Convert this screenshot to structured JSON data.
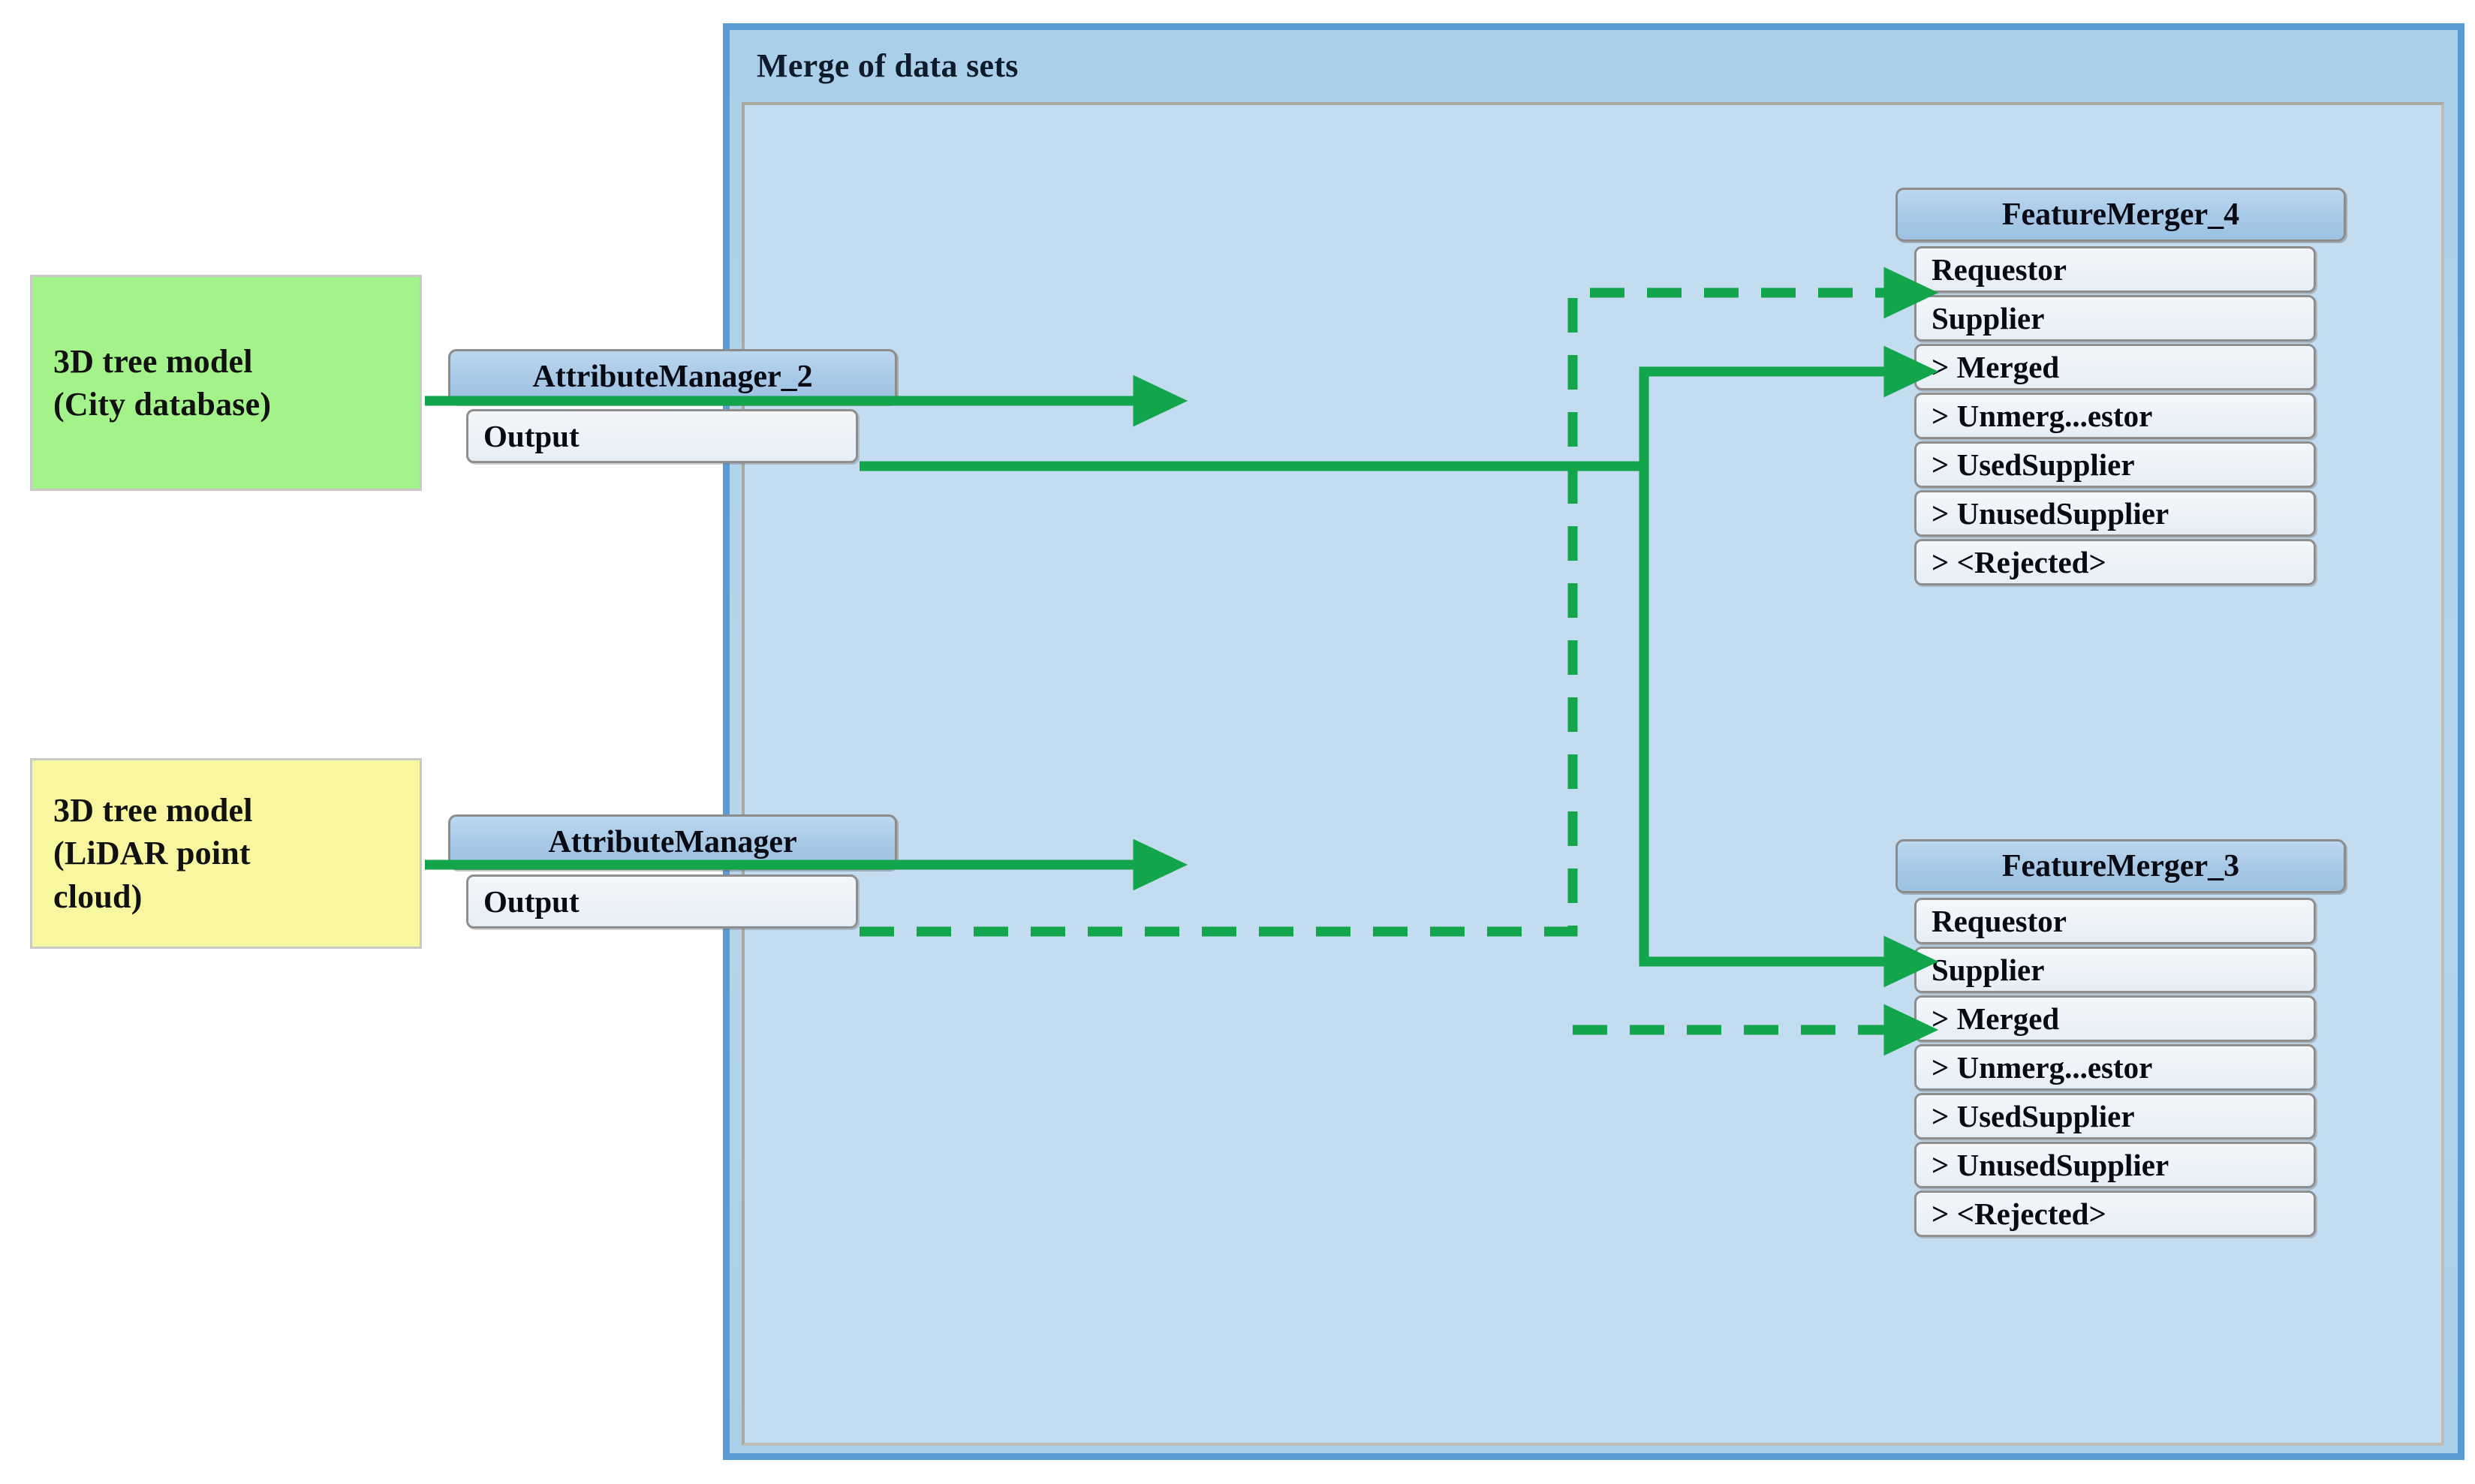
{
  "sources": [
    {
      "id": "city",
      "lines": [
        "3D tree model",
        "(City database)"
      ],
      "color": "#a4f28a"
    },
    {
      "id": "lidar",
      "lines": [
        "3D tree model",
        "(LiDAR point",
        "cloud)"
      ],
      "color": "#f8f7a0"
    }
  ],
  "workspace": {
    "title": "Merge of data sets",
    "border_color": "#5a9bd4",
    "canvas_color": "#c3dcf0"
  },
  "nodes": {
    "attribute_manager_2": {
      "title": "AttributeManager_2",
      "ports": [
        {
          "label": "Output",
          "kind": "output"
        }
      ]
    },
    "attribute_manager": {
      "title": "AttributeManager",
      "ports": [
        {
          "label": "Output",
          "kind": "output"
        }
      ]
    },
    "feature_merger_4": {
      "title": "FeatureMerger_4",
      "ports": [
        {
          "label": "Requestor",
          "kind": "input"
        },
        {
          "label": "Supplier",
          "kind": "input"
        },
        {
          "label": "> Merged",
          "kind": "output"
        },
        {
          "label": "> Unmerg...estor",
          "kind": "output"
        },
        {
          "label": "> UsedSupplier",
          "kind": "output"
        },
        {
          "label": "> UnusedSupplier",
          "kind": "output"
        },
        {
          "label": "> <Rejected>",
          "kind": "output"
        }
      ]
    },
    "feature_merger_3": {
      "title": "FeatureMerger_3",
      "ports": [
        {
          "label": "Requestor",
          "kind": "input"
        },
        {
          "label": "Supplier",
          "kind": "input"
        },
        {
          "label": "> Merged",
          "kind": "output"
        },
        {
          "label": "> Unmerg...estor",
          "kind": "output"
        },
        {
          "label": "> UsedSupplier",
          "kind": "output"
        },
        {
          "label": "> UnusedSupplier",
          "kind": "output"
        },
        {
          "label": "> <Rejected>",
          "kind": "output"
        }
      ]
    }
  },
  "connections": {
    "color": "#12a54c",
    "links": [
      {
        "from": "3D tree model (City database)",
        "to": "AttributeManager_2",
        "style": "solid"
      },
      {
        "from": "3D tree model (LiDAR point cloud)",
        "to": "AttributeManager",
        "style": "solid"
      },
      {
        "from": "AttributeManager_2 Output",
        "to": "FeatureMerger_4 Supplier",
        "style": "solid"
      },
      {
        "from": "AttributeManager_2 Output",
        "to": "FeatureMerger_3 Requestor",
        "style": "solid"
      },
      {
        "from": "AttributeManager Output",
        "to": "FeatureMerger_4 Requestor",
        "style": "dashed"
      },
      {
        "from": "AttributeManager Output",
        "to": "FeatureMerger_3 Supplier",
        "style": "dashed"
      }
    ]
  }
}
